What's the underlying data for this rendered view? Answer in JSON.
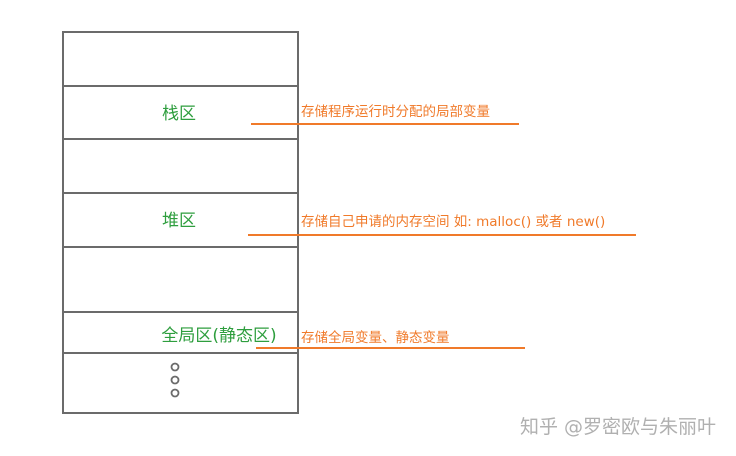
{
  "colors": {
    "box_stroke": "#6b6b6b",
    "region_label": "#2e9e3e",
    "annotation": "#f07a2a",
    "watermark": "#b0b0b0"
  },
  "regions": [
    {
      "label": "栈区",
      "note": "存储程序运行时分配的局部变量"
    },
    {
      "label": "堆区",
      "note": "存储自己申请的内存空间 如: malloc() 或者 new()"
    },
    {
      "label": "全局区(静态区)",
      "note": "存储全局变量、静态变量"
    }
  ],
  "watermark": "知乎 @罗密欧与朱丽叶"
}
